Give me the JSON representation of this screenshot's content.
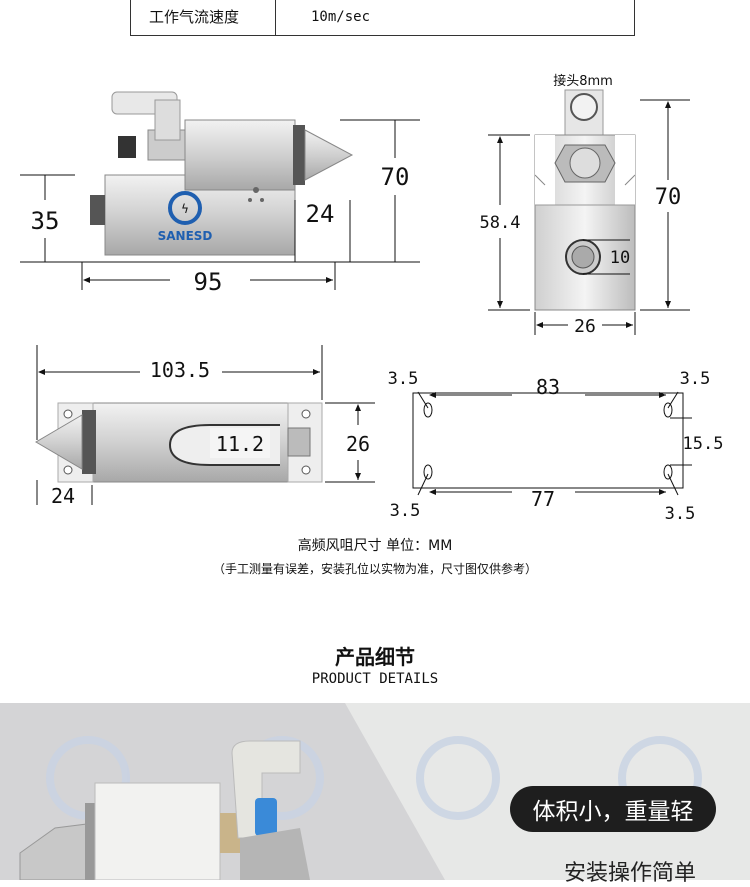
{
  "spec_row": {
    "label": "工作气流速度",
    "value": "10m/sec"
  },
  "front_view": {
    "brand": "SANESD",
    "dim_height_body": "35",
    "dim_height_total": "70",
    "dim_nozzle": "24",
    "dim_length": "95"
  },
  "side_view": {
    "connector_label": "接头8mm",
    "dim_height_total": "70",
    "dim_height_body": "58.4",
    "dim_port": "10",
    "dim_width": "26"
  },
  "top_view": {
    "dim_length": "103.5",
    "dim_width": "26",
    "dim_slot": "11.2",
    "dim_nozzle": "24"
  },
  "plate_view": {
    "dim_top_left": "3.5",
    "dim_top": "83",
    "dim_top_right": "3.5",
    "dim_side": "15.5",
    "dim_bottom": "77",
    "dim_bottom_left": "3.5",
    "dim_bottom_right": "3.5"
  },
  "caption": {
    "units": "高频风咀尺寸 单位：MM",
    "note": "（手工测量有误差，安装孔位以实物为准，尺寸图仅供参考）"
  },
  "section": {
    "title_cn": "产品细节",
    "title_en": "PRODUCT DETAILS"
  },
  "photo": {
    "badge": "体积小，重量轻",
    "subtitle": "安装操作简单"
  },
  "colors": {
    "drawing_gray": "#b9b9b9",
    "photo_left_bg": "#d4d4d6",
    "photo_right_bg": "#e7e8e7",
    "badge_bg": "#1e1e1e",
    "logo_blue": "#1f5fb0"
  }
}
